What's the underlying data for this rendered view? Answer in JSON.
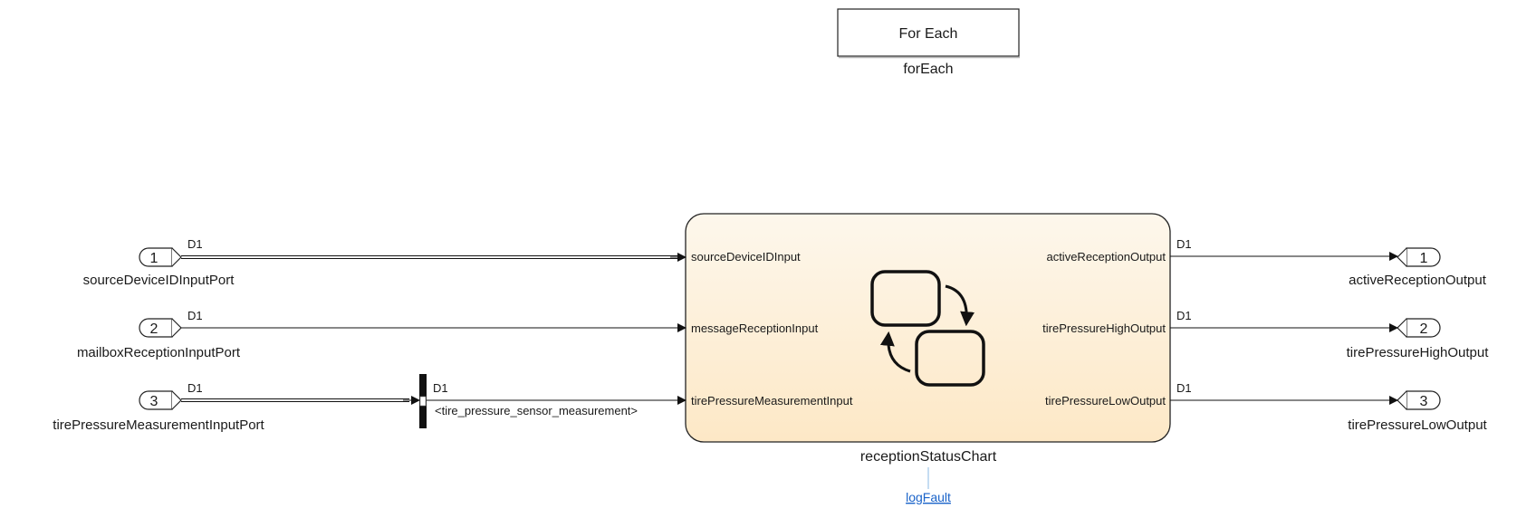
{
  "foreach_block": {
    "text": "For Each",
    "name": "forEach"
  },
  "inports": [
    {
      "number": "1",
      "name": "sourceDeviceIDInputPort",
      "signal": "D1"
    },
    {
      "number": "2",
      "name": "mailboxReceptionInputPort",
      "signal": "D1"
    },
    {
      "number": "3",
      "name": "tirePressureMeasurementInputPort",
      "signal": "D1"
    }
  ],
  "selector": {
    "signal": "D1",
    "element": "<tire_pressure_sensor_measurement>"
  },
  "chart": {
    "name": "receptionStatusChart",
    "inputs": [
      "sourceDeviceIDInput",
      "messageReceptionInput",
      "tirePressureMeasurementInput"
    ],
    "outputs": [
      "activeReceptionOutput",
      "tirePressureHighOutput",
      "tirePressureLowOutput"
    ],
    "icon": "stateflow-chart-icon"
  },
  "outports": [
    {
      "number": "1",
      "name": "activeReceptionOutput",
      "signal": "D1"
    },
    {
      "number": "2",
      "name": "tirePressureHighOutput",
      "signal": "D1"
    },
    {
      "number": "3",
      "name": "tirePressureLowOutput",
      "signal": "D1"
    }
  ],
  "function_link": {
    "label": "logFault"
  },
  "colors": {
    "chart_fill_top": "#fdf6ea",
    "chart_fill_bottom": "#fde9c8",
    "link": "#1a63c9"
  }
}
